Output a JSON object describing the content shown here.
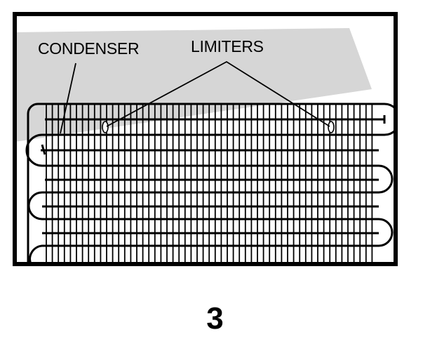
{
  "labels": {
    "condenser": "CONDENSER",
    "limiters": "LIMITERS"
  },
  "figure": {
    "number": "3"
  },
  "colors": {
    "ink": "#000000",
    "background": "#ffffff",
    "wall_shade": "#d6d6d6"
  }
}
